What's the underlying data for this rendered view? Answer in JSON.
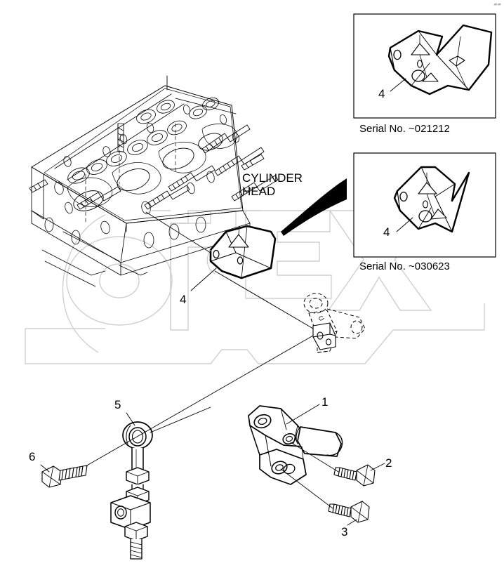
{
  "document": {
    "type": "parts-diagram",
    "title": "CYLINDER HEAD",
    "watermark_text": "OPEX",
    "corner_mark": "▰▰"
  },
  "colors": {
    "line": "#000000",
    "watermark": "#cfcfcf",
    "background": "#ffffff",
    "thin_line": "#1a1a1a"
  },
  "main_view": {
    "title_label": "CYLINDER HEAD",
    "bracket_callout": "4"
  },
  "insets": [
    {
      "id": "inset-top",
      "caption": "Serial No. ~021212",
      "callout": "4"
    },
    {
      "id": "inset-bottom",
      "caption": "Serial No. ~030623",
      "callout": "4"
    }
  ],
  "parts": [
    {
      "num": "1",
      "name": "mounting-bracket"
    },
    {
      "num": "2",
      "name": "flange-bolt-upper"
    },
    {
      "num": "3",
      "name": "flange-bolt-lower"
    },
    {
      "num": "4",
      "name": "support-bracket"
    },
    {
      "num": "5",
      "name": "link-rod-assembly"
    },
    {
      "num": "6",
      "name": "flange-bolt-link"
    }
  ],
  "callouts": {
    "one": "1",
    "two": "2",
    "three": "3",
    "four_main": "4",
    "four_inset_top": "4",
    "four_inset_bottom": "4",
    "five": "5",
    "six": "6"
  }
}
